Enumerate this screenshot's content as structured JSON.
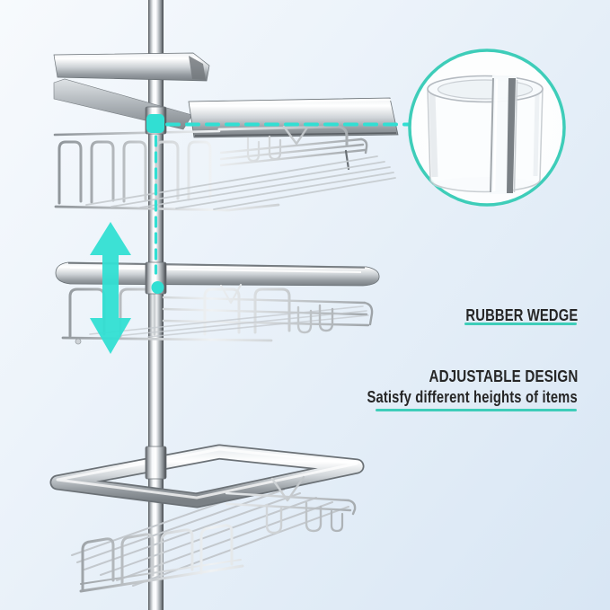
{
  "labels": {
    "rubber_wedge": "RUBBER WEDGE",
    "adjustable_title": "ADJUSTABLE DESIGN",
    "adjustable_subtitle": "Satisfy different heights of items"
  },
  "colors": {
    "accent-teal": "#3ECDB9",
    "accent-cyan": "#31DFD3",
    "text": "#262626",
    "bg-start": "#F7FAFD",
    "bg-mid": "#E9F1F9",
    "bg-end": "#D8E6F4",
    "wire": "#9BA1A7"
  },
  "icons": {
    "up_down_arrows": "height-adjustable-arrows",
    "wedge_marker": "rubber-wedge-position-marker",
    "detail_circle": "rubber-wedge-zoom-callout"
  }
}
